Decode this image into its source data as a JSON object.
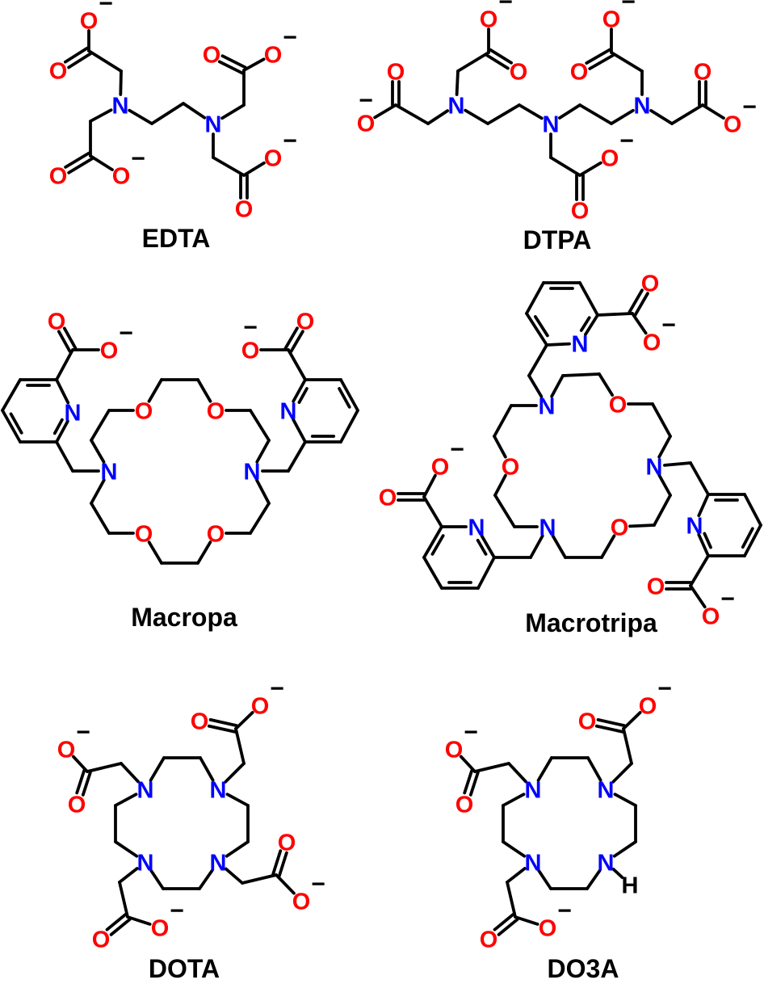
{
  "compounds": [
    {
      "id": "edta",
      "name": "EDTA"
    },
    {
      "id": "dtpa",
      "name": "DTPA"
    },
    {
      "id": "macropa",
      "name": "Macropa"
    },
    {
      "id": "macrotripa",
      "name": "Macrotripa"
    },
    {
      "id": "dota",
      "name": "DOTA"
    },
    {
      "id": "do3a",
      "name": "DO3A"
    }
  ],
  "atom_symbols": {
    "O": "O",
    "N": "N",
    "H": "H"
  },
  "charge_symbol": "−",
  "colors": {
    "O": "#ff0000",
    "N": "#0000ff",
    "H": "#000000",
    "bond": "#000000"
  }
}
